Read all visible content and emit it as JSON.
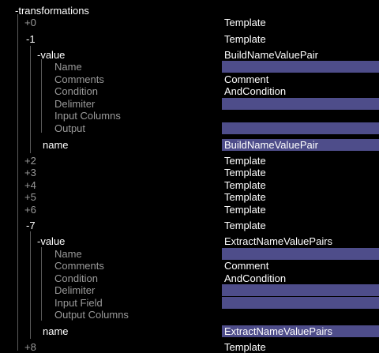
{
  "tree": {
    "root_label": "-transformations",
    "rows": [
      {
        "key": "+0",
        "value": "Template"
      },
      {
        "key": "-1",
        "value": "Template"
      },
      {
        "key": "-value",
        "value": "BuildNameValuePair"
      },
      {
        "key": "Name",
        "value": ""
      },
      {
        "key": "Comments",
        "value": "Comment"
      },
      {
        "key": "Condition",
        "value": "AndCondition"
      },
      {
        "key": "Delimiter",
        "value": ""
      },
      {
        "key": "Input Columns",
        "value": ""
      },
      {
        "key": "Output",
        "value": ""
      },
      {
        "key": "name",
        "value": "BuildNameValuePair"
      },
      {
        "key": "+2",
        "value": "Template"
      },
      {
        "key": "+3",
        "value": "Template"
      },
      {
        "key": "+4",
        "value": "Template"
      },
      {
        "key": "+5",
        "value": "Template"
      },
      {
        "key": "+6",
        "value": "Template"
      },
      {
        "key": "-7",
        "value": "Template"
      },
      {
        "key": "-value",
        "value": "ExtractNameValuePairs"
      },
      {
        "key": "Name",
        "value": ""
      },
      {
        "key": "Comments",
        "value": "Comment"
      },
      {
        "key": "Condition",
        "value": "AndCondition"
      },
      {
        "key": "Delimiter",
        "value": ""
      },
      {
        "key": "Input Field",
        "value": ""
      },
      {
        "key": "Output Columns",
        "value": ""
      },
      {
        "key": "name",
        "value": "ExtractNameValuePairs"
      },
      {
        "key": "+8",
        "value": "Template"
      }
    ]
  },
  "colors": {
    "background": "#000000",
    "selection": "#4e4d8a",
    "gray_text": "#9a9a9a",
    "guide_line": "#5a5a5a"
  }
}
